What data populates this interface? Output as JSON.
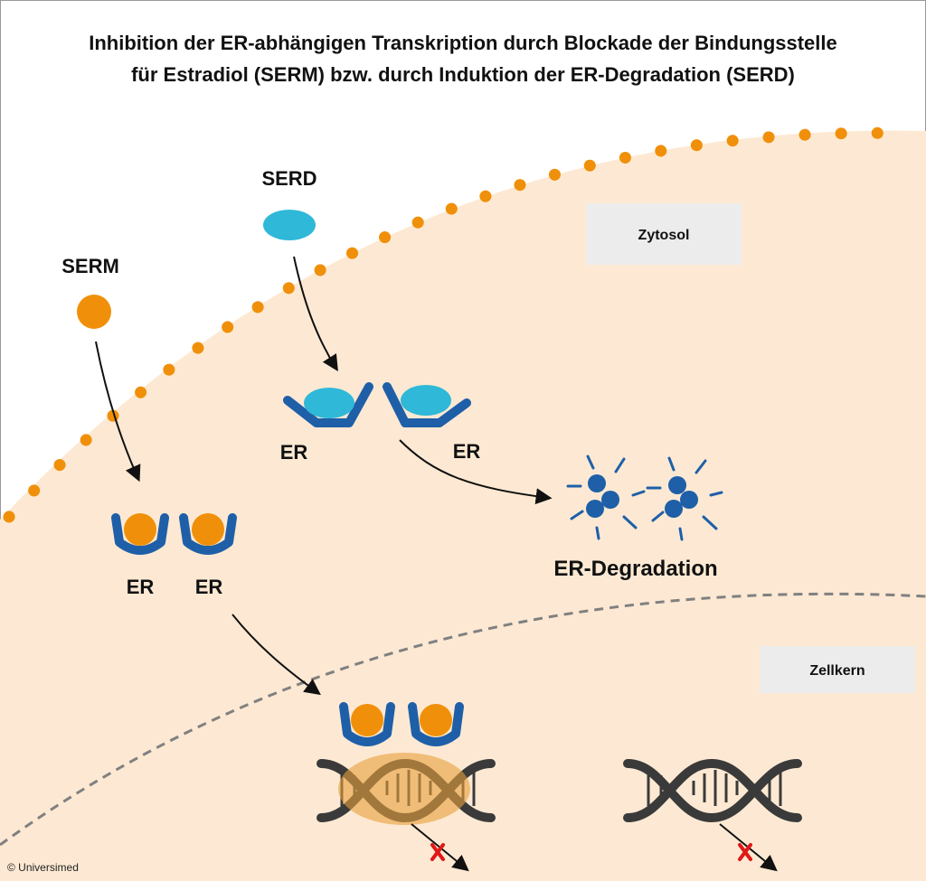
{
  "title": {
    "line1": "Inhibition der ER-abhängigen Transkription durch Blockade der Bindungsstelle",
    "line2": "für Estradiol (SERM) bzw. durch Induktion der ER-Degradation (SERD)"
  },
  "labels": {
    "serm": "SERM",
    "serd": "SERD",
    "er": "ER",
    "degradation": "ER-Degradation",
    "zytosol": "Zytosol",
    "zellkern": "Zellkern",
    "copyright": "© Universimed"
  },
  "colors": {
    "serm_ligand": "#f0900a",
    "serd_ligand": "#2fb8d8",
    "receptor": "#1f5fa8",
    "membrane_dots": "#f0900a",
    "cytosol_fill": "#fde9d3",
    "dna": "#3a3a3a",
    "dna_highlight": "#e8a03c",
    "blocked_x": "#e01818",
    "tag_box": "#ececec"
  }
}
